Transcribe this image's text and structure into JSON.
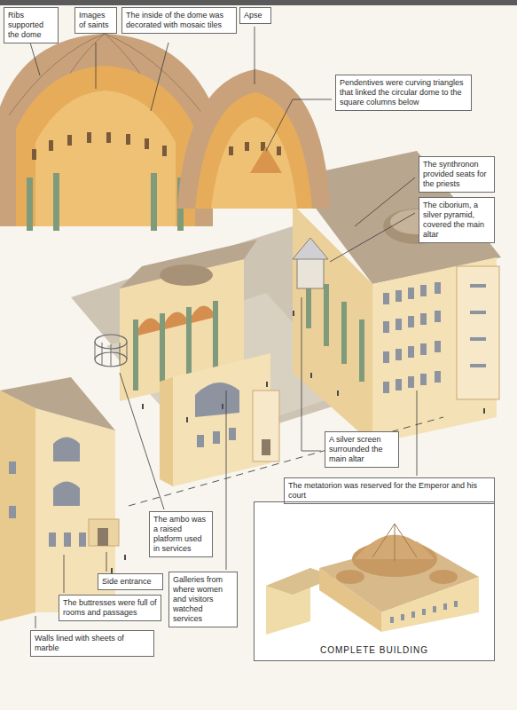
{
  "diagram": {
    "nodes": [
      {
        "text": [
          "Ribs supported the dome"
        ]
      },
      {
        "text": [
          "Images of saints"
        ]
      },
      {
        "text": [
          "The inside of the dome was decorated with mosaic tiles"
        ]
      },
      {
        "text": [
          "Apse"
        ]
      },
      {
        "text": [
          "Pendentives were curving triangles that linked the circular dome to the square columns below"
        ]
      },
      {
        "text": [
          "The synthronon provided seats for the priests"
        ]
      },
      {
        "text": [
          "The ciborium, a silver pyramid, covered the main altar"
        ]
      },
      {
        "text": [
          "A silver screen surrounded the main altar"
        ]
      },
      {
        "text": [
          "The metatorion was reserved for the Emperor and his court"
        ]
      },
      {
        "text": [
          "The ambo was a raised platform used in services"
        ]
      },
      {
        "text": [
          "Side entrance"
        ]
      },
      {
        "text": [
          "Galleries from where women and visitors watched services"
        ]
      },
      {
        "text": [
          "The buttresses were full of rooms and passages"
        ]
      },
      {
        "text": [
          "Walls lined with sheets of marble"
        ]
      },
      {
        "text": [
          "COMPLETE BUILDING"
        ]
      }
    ]
  }
}
